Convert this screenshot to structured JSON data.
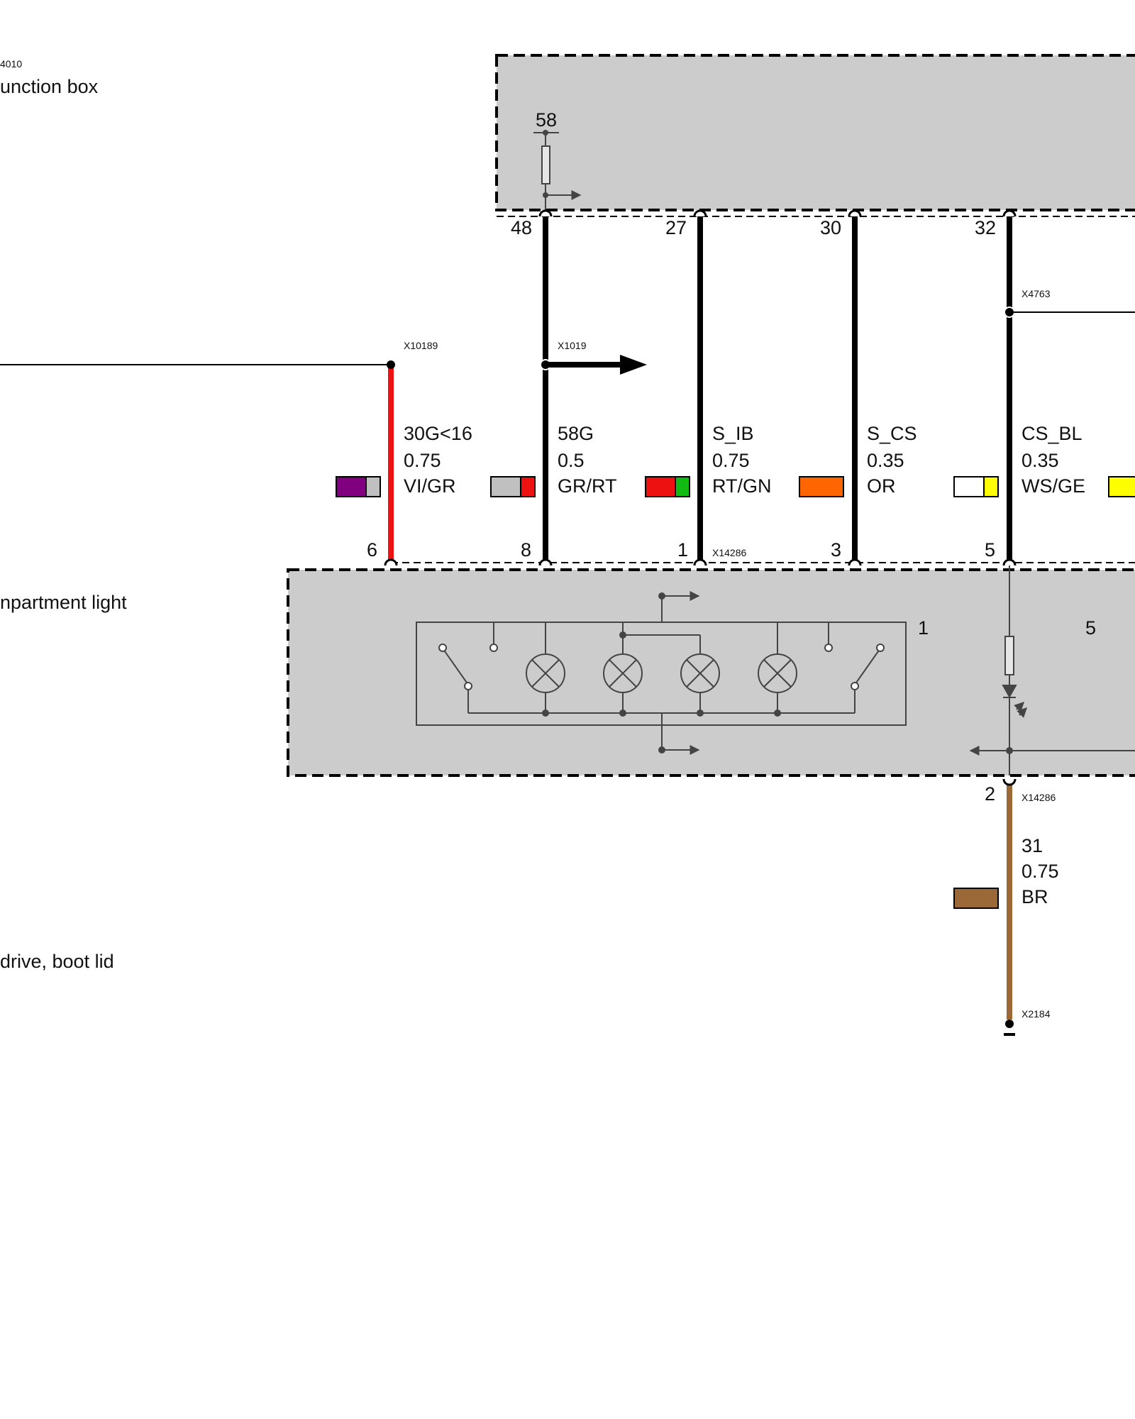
{
  "components": {
    "junction_box": {
      "code": "4010",
      "name": "unction box"
    },
    "compartment_light": {
      "name": "npartment light"
    },
    "boot_lid_drive": {
      "name": "drive, boot lid"
    }
  },
  "junction_box_internal": {
    "terminal": "58"
  },
  "junction_box_pins": [
    "48",
    "27",
    "30",
    "32"
  ],
  "light_pins": [
    "6",
    "8",
    "1",
    "3",
    "5"
  ],
  "light_internal_labels": [
    "1",
    "5"
  ],
  "bottom_pin": "2",
  "connectors": {
    "x10189": "X10189",
    "x1019": "X1019",
    "x4763": "X4763",
    "x14286_top": "X14286",
    "x14286_bottom": "X14286",
    "x2184": "X2184"
  },
  "wires": [
    {
      "signal": "30G<16",
      "gauge": "0.75",
      "color_code": "VI/GR",
      "colors": [
        "#800080",
        "#c0c0c0"
      ]
    },
    {
      "signal": "58G",
      "gauge": "0.5",
      "color_code": "GR/RT",
      "colors": [
        "#c0c0c0",
        "#ee1111"
      ]
    },
    {
      "signal": "S_IB",
      "gauge": "0.75",
      "color_code": "RT/GN",
      "colors": [
        "#ee1111",
        "#11bb11"
      ]
    },
    {
      "signal": "S_CS",
      "gauge": "0.35",
      "color_code": "OR",
      "colors": [
        "#ff6600"
      ]
    },
    {
      "signal": "CS_BL",
      "gauge": "0.35",
      "color_code": "WS/GE",
      "colors": [
        "#ffffff",
        "#ffff00"
      ]
    },
    {
      "signal": "31",
      "gauge": "0.75",
      "color_code": "BR",
      "colors": [
        "#9b6838"
      ]
    }
  ],
  "extra_swatch_color": "#ffff00",
  "colors": {
    "box_fill": "#cccccc",
    "red_wire": "#ee1111",
    "brown_wire": "#9b6838",
    "black": "#000000",
    "inner_stroke": "#444444"
  }
}
